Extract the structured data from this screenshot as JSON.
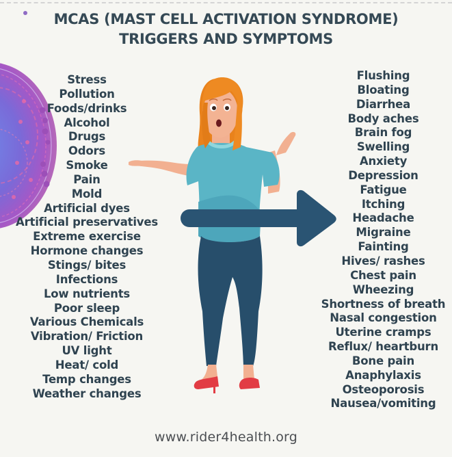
{
  "header": {
    "title_line1": "MCAS (MAST CELL ACTIVATION SYNDROME)",
    "title_line2": "TRIGGERS AND SYMPTOMS"
  },
  "triggers": [
    "Stress",
    "Pollution",
    "Foods/drinks",
    "Alcohol",
    "Drugs",
    "Odors",
    "Smoke",
    "Pain",
    "Mold",
    "Artificial dyes",
    "Artificial preservatives",
    "Extreme exercise",
    "Hormone changes",
    "Stings/ bites",
    "Infections",
    "Low nutrients",
    "Poor sleep",
    "Various Chemicals",
    "Vibration/ Friction",
    "UV light",
    "Heat/ cold",
    "Temp changes",
    "Weather changes"
  ],
  "symptoms": [
    "Flushing",
    "Bloating",
    "Diarrhea",
    "Body aches",
    "Brain fog",
    "Swelling",
    "Anxiety",
    "Depression",
    "Fatigue",
    "Itching",
    "Headache",
    "Migraine",
    "Fainting",
    "Hives/ rashes",
    "Chest pain",
    "Wheezing",
    "Shortness of breath",
    "Nasal congestion",
    "Uterine cramps",
    "Reflux/ heartburn",
    "Bone pain",
    "Anaphylaxis",
    "Osteoporosis",
    "Nausea/vomiting"
  ],
  "illustrations": {
    "left": "mast-cell",
    "center": "confused-woman",
    "connector": "right-arrow"
  },
  "footer": {
    "url": "www.rider4health.org"
  },
  "colors": {
    "background": "#f6f6f2",
    "text": "#2f4350",
    "arrow": "#2a5473",
    "shirt": "#5ab5c6",
    "pants": "#274e6b",
    "hair": "#ee8a22",
    "skin": "#f3b393",
    "shoes": "#e23c44",
    "cell_blue": "#5a7be0",
    "cell_pink": "#d24aa7"
  }
}
